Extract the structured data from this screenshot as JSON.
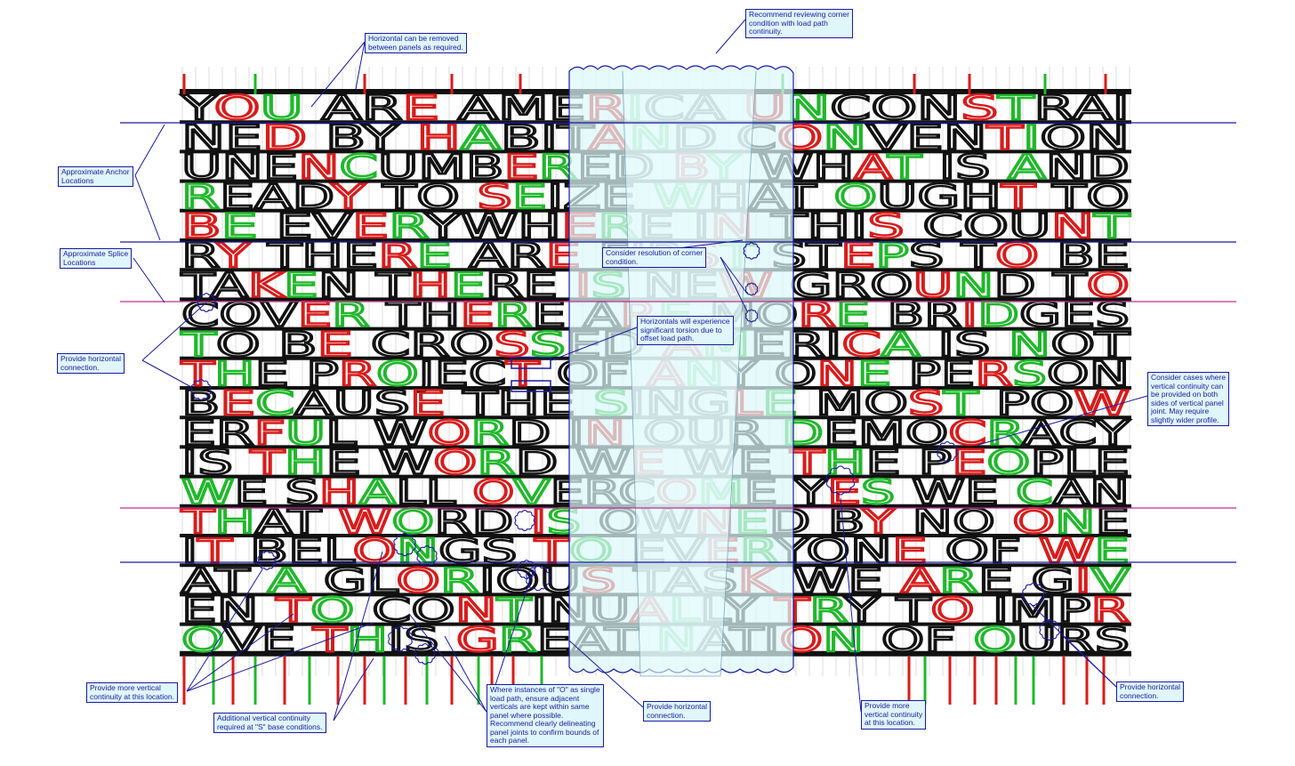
{
  "text_rows": [
    "YOU ARE AMERICA UNCONSTRAI",
    "NED BY HABITAND CONVENTION",
    "UNENCUMBERED BY WHAT IS AND",
    "READY TO SEIZE WHAT OUGHT TO",
    "BE EVERYWHERE IN THIS COUNT",
    "RY THERE ARE FIRST STEPS TO BE",
    "TAKEN THERE IS NEW GROUND TO",
    "COVER THERE ARE MORE BRIDGES",
    "TO BE CROSSED AMERICA IS NOT",
    "THE PROJECT OF ANY ONE PERSON",
    "BECAUSE THE SINGLE MOST POW",
    "ERFUL WORD IN OUR DEMOCRACY",
    "IS THE WORD WE WE THE PEOPLE",
    "WE SHALL OVERCOME YES WE CAN",
    "THAT WORD IS OWNED BY NO ONE",
    "IT BELONGS TO EVERYONE OF WE",
    "AT A GLORIOUS TASK WE ARE GIV",
    "EN TO CONTINUALLY TRY TO IMPR",
    "OVE THIS GREAT NATION OF OURS"
  ],
  "callouts": {
    "horizontal_removed": "Horizontal can be removed\nbetween panels as required.",
    "corner_condition": "Recommend reviewing corner\ncondition with load path\ncontinuity.",
    "anchor_locations": "Approximate Anchor\nLocations",
    "splice_locations": "Approximate Splice\nLocations",
    "corner_resolution": "Consider resolution of corner\ncondition.",
    "torsion": "Horizontals will experience\nsignificant torsion due to\noffset load path.",
    "horizontal_connection_left": "Provide horizontal\nconnection.",
    "vertical_continuity_cases": "Consider cases where\nvertical continuity can\nbe provided on both\nsides of vertical panel\njoint.  May require\nslightly wider profile.",
    "more_vertical_left": "Provide more vertical\ncontinuity at this location.",
    "additional_vertical_s": "Additional vertical continuity\nrequired at \"S\" base conditions.",
    "o_single_load_path": "Where instances of \"O\" as single\nload path, ensure adjacent\nverticals are kept within same\npanel where possible.\nRecommend clearly delineating\npanel joints to confirm bounds of\neach panel.",
    "horizontal_connection_bottom": "Provide horizontal\nconnection.",
    "more_vertical_right": "Provide more\nvertical continuity\nat this location.",
    "horizontal_connection_right": "Provide horizontal\nconnection."
  },
  "colors": {
    "letter_stroke": "#111111",
    "red_member": "#d81b1b",
    "green_member": "#1fb82a",
    "markup_blue": "#1a1aa0",
    "splice_magenta": "#c0308f",
    "callout_fill": "#dff7fb",
    "panel_fill": "#dcf8fb"
  }
}
